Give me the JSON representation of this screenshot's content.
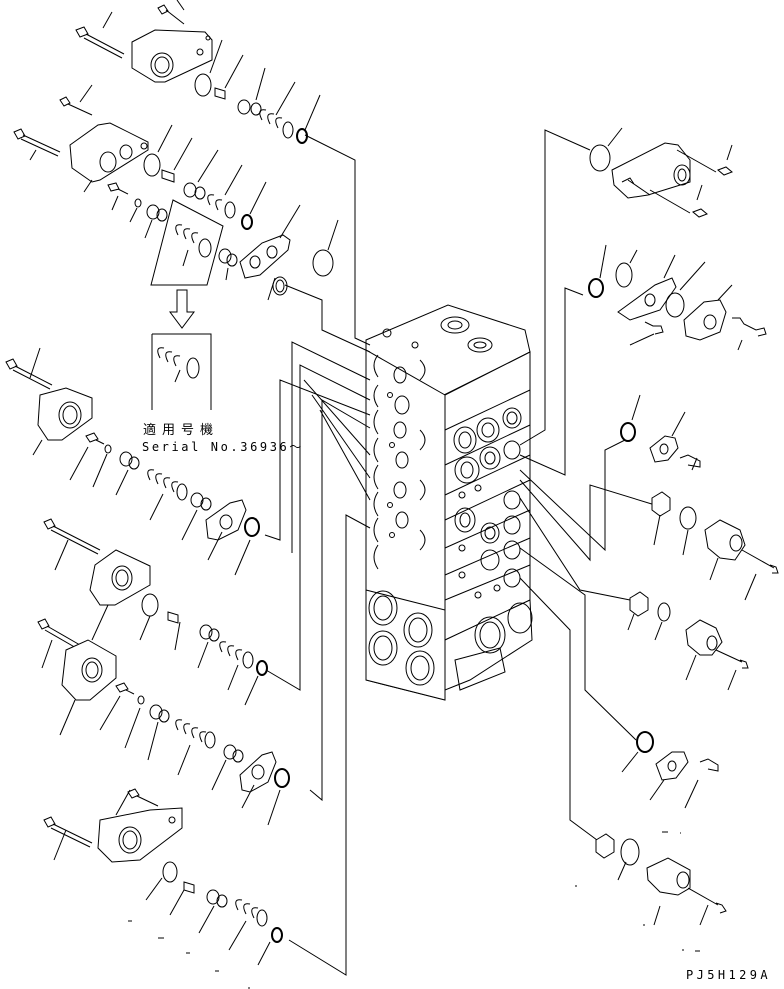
{
  "diagram": {
    "type": "exploded-parts-diagram",
    "subject": "control valve assembly",
    "applicability_title": "適用号機",
    "serial_note": "Serial No.36936～",
    "figure_code": "PJ5H129A",
    "line_color": "#000000",
    "background_color": "#ffffff"
  }
}
